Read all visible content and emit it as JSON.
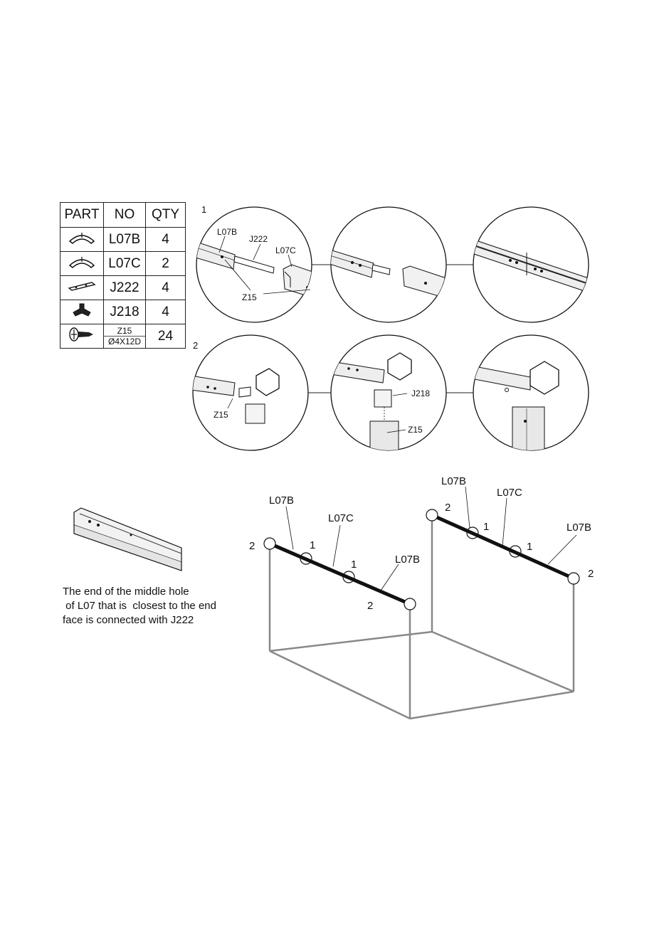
{
  "parts_table": {
    "headers": [
      "PART",
      "NO",
      "QTY"
    ],
    "rows": [
      {
        "icon": "arc-connector-icon",
        "no": "L07B",
        "qty": "4"
      },
      {
        "icon": "arc-connector-icon",
        "no": "L07C",
        "qty": "2"
      },
      {
        "icon": "joint-bar-icon",
        "no": "J222",
        "qty": "4"
      },
      {
        "icon": "bracket-icon",
        "no": "J218",
        "qty": "4"
      },
      {
        "icon": "screw-icon",
        "no_top": "Z15",
        "no_bottom": "Ø4X12D",
        "qty": "24"
      }
    ]
  },
  "step1": {
    "number": "1",
    "labels": {
      "l07b": "L07B",
      "j222": "J222",
      "l07c": "L07C",
      "z15": "Z15"
    }
  },
  "step2": {
    "number": "2",
    "labels": {
      "z15_a": "Z15",
      "j218": "J218",
      "z15_b": "Z15"
    }
  },
  "note": {
    "lines": [
      "The end of the middle hole",
      " of L07 that is  closest to the end",
      "face is connected with J222"
    ]
  },
  "frame_left": {
    "labels": {
      "l07b_top": "L07B",
      "l07c": "L07C",
      "l07b_bottom": "L07B"
    },
    "markers": {
      "end_left": "2",
      "mid_1a": "1",
      "mid_1b": "1",
      "end_right": "2"
    }
  },
  "frame_right": {
    "labels": {
      "l07b_left": "L07B",
      "l07c": "L07C",
      "l07b_right": "L07B"
    },
    "markers": {
      "end_left": "2",
      "mid_1a": "1",
      "mid_1b": "1",
      "end_right": "2"
    }
  }
}
